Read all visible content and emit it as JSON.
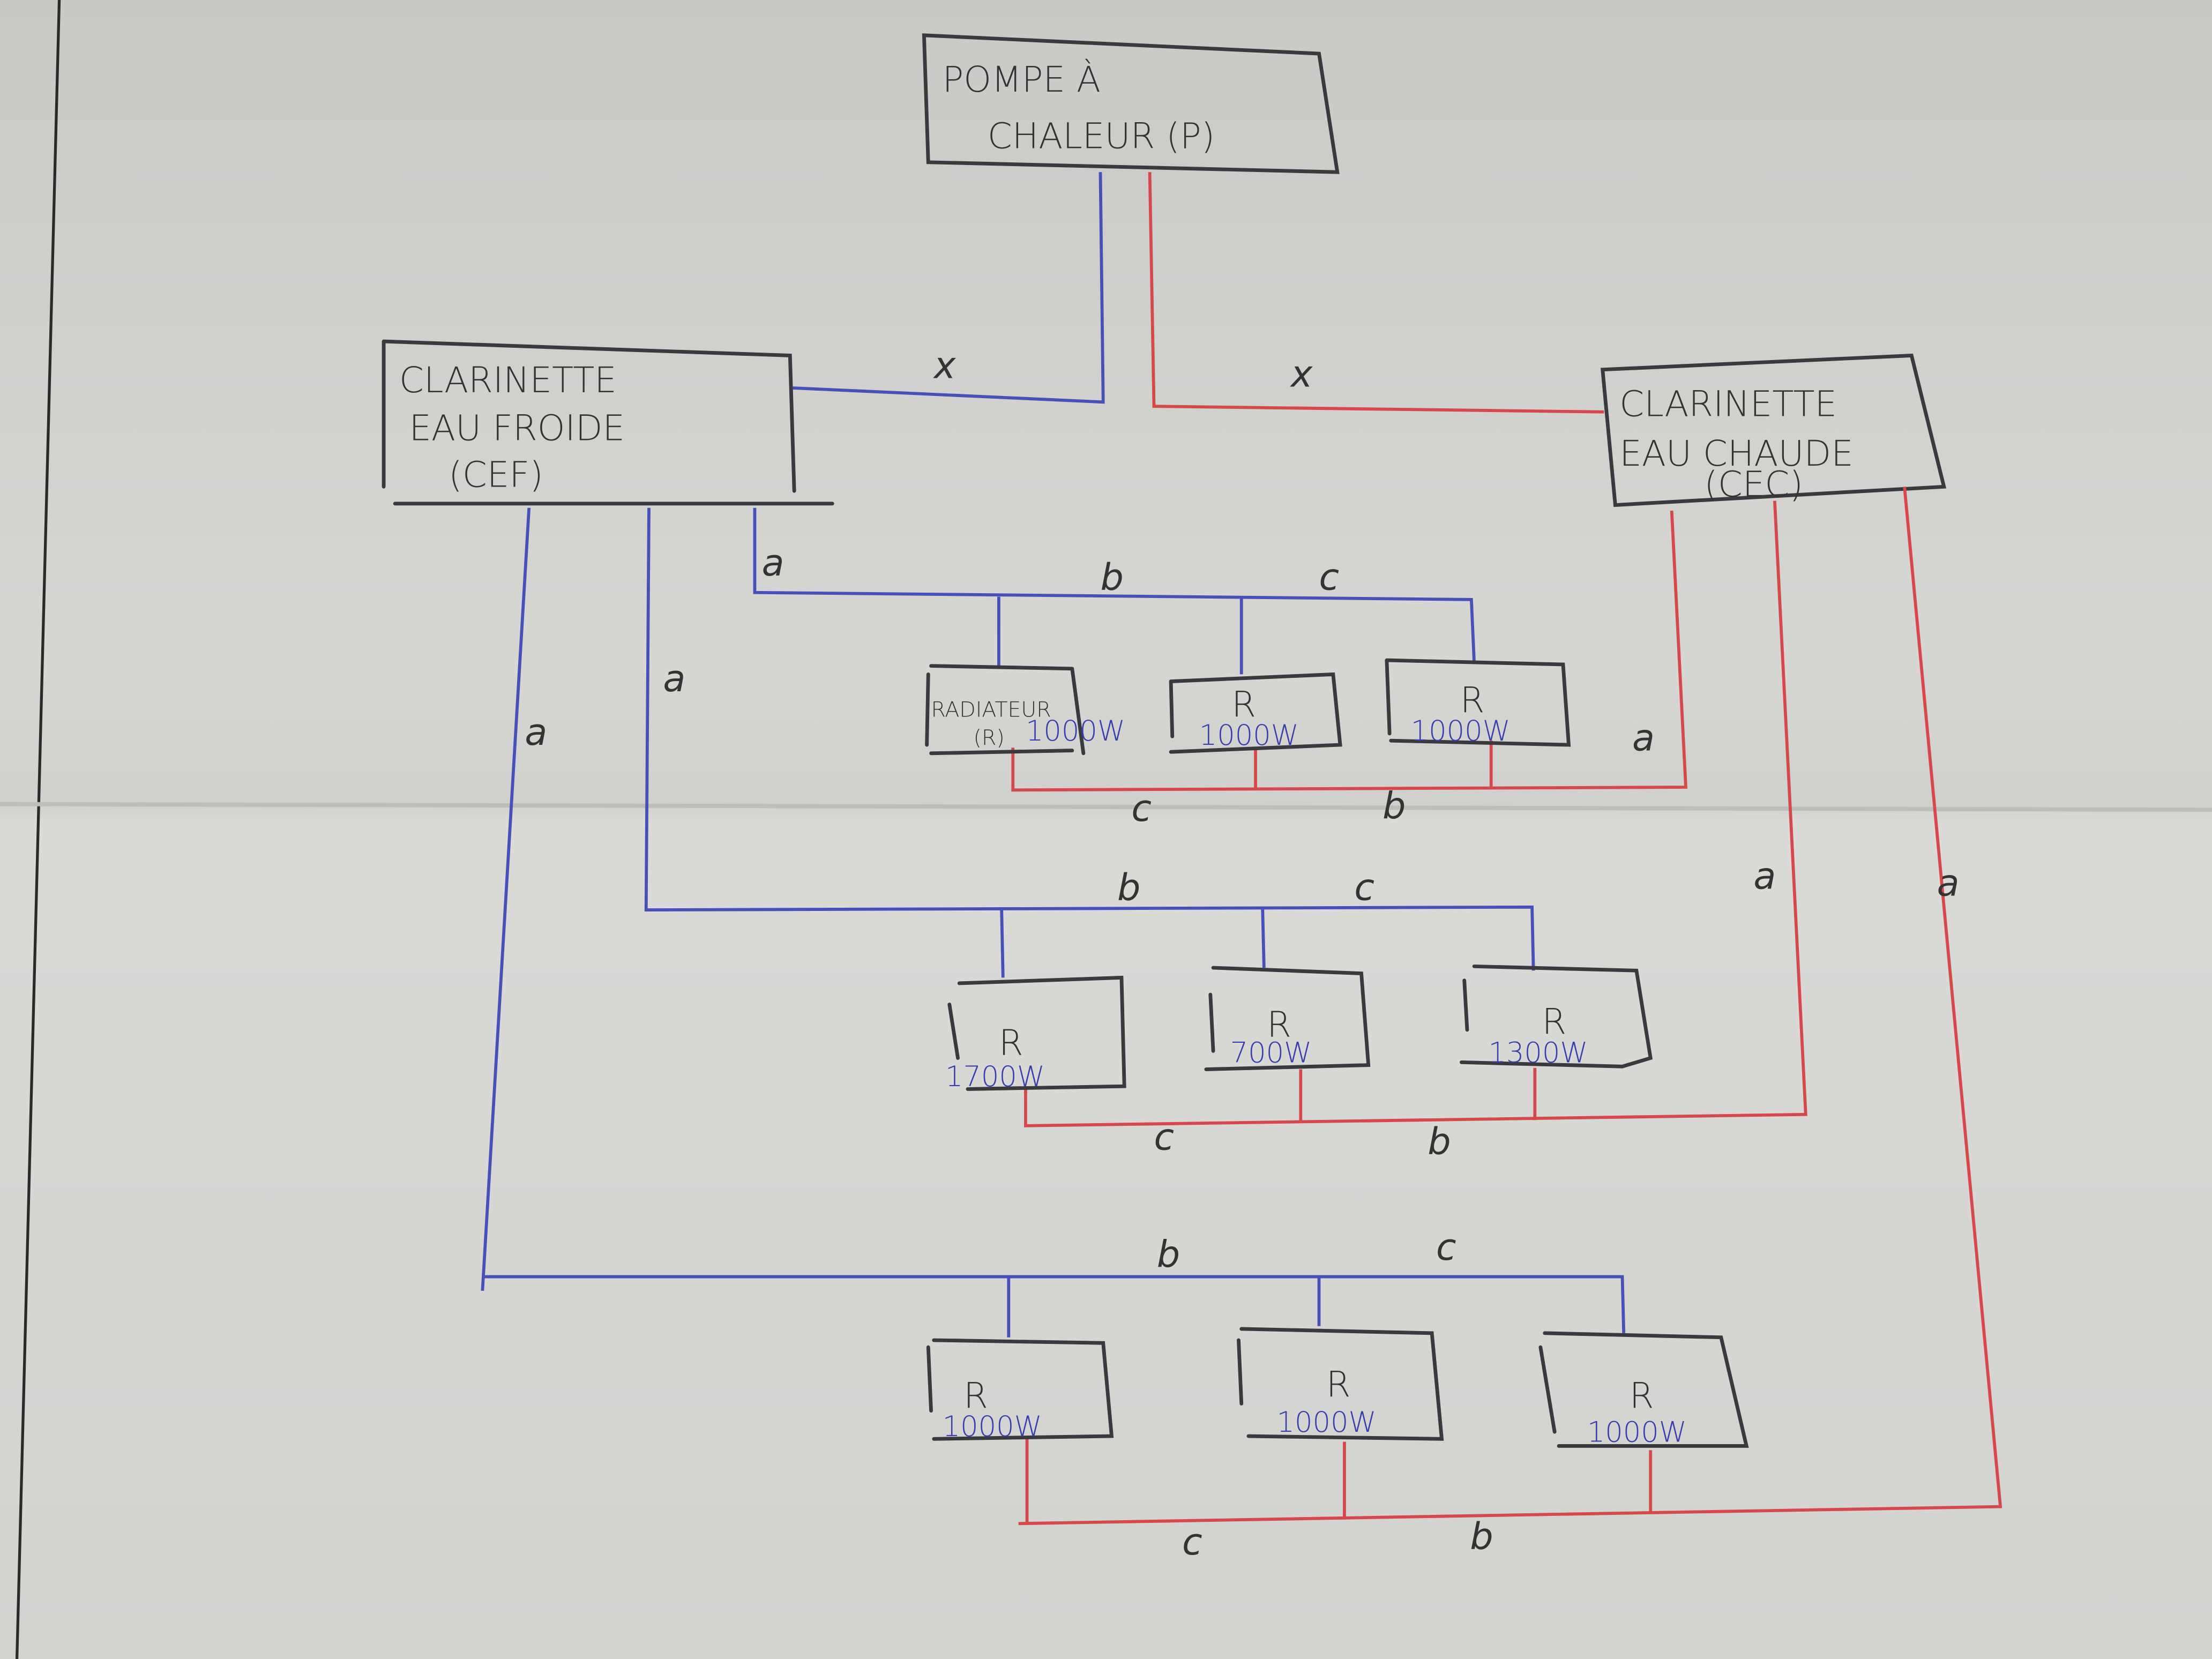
{
  "heat_pump": {
    "line1": "POMPE À",
    "line2": "CHALEUR (P)"
  },
  "cold_manifold": {
    "line1": "CLARINETTE",
    "line2": "EAU FROIDE",
    "line3": "(CEF)"
  },
  "hot_manifold": {
    "line1": "CLARINETTE",
    "line2": "EAU CHAUDE",
    "line3": "(CEC)"
  },
  "pipe_labels": {
    "x": "x",
    "a": "a",
    "b": "b",
    "c": "c"
  },
  "radiators": [
    {
      "name": "RADIATEUR",
      "label": "(R)",
      "power": "1000W"
    },
    {
      "label": "R",
      "power": "1000W"
    },
    {
      "label": "R",
      "power": "1000W"
    },
    {
      "label": "R",
      "power": "1700W"
    },
    {
      "label": "R",
      "power": "700W"
    },
    {
      "label": "R",
      "power": "1300W"
    },
    {
      "label": "R",
      "power": "1000W"
    },
    {
      "label": "R",
      "power": "1000W"
    },
    {
      "label": "R",
      "power": "1000W"
    }
  ],
  "colors": {
    "cold": "#4650b8",
    "hot": "#d6484a"
  }
}
